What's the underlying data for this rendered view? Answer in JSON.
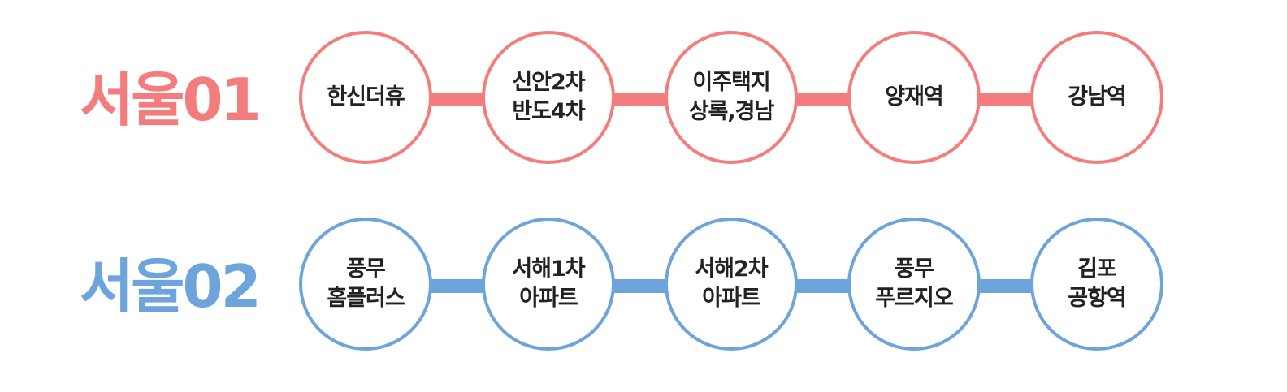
{
  "routes": [
    {
      "name": "서울01",
      "color": "#f47c7c",
      "stops": [
        {
          "lines": [
            "한신더휴"
          ]
        },
        {
          "lines": [
            "신안2차",
            "반도4차"
          ]
        },
        {
          "lines": [
            "이주택지",
            "상록,경남"
          ]
        },
        {
          "lines": [
            "양재역"
          ]
        },
        {
          "lines": [
            "강남역"
          ]
        }
      ]
    },
    {
      "name": "서울02",
      "color": "#6ea4dc",
      "stops": [
        {
          "lines": [
            "풍무",
            "홈플러스"
          ]
        },
        {
          "lines": [
            "서해1차",
            "아파트"
          ]
        },
        {
          "lines": [
            "서해2차",
            "아파트"
          ]
        },
        {
          "lines": [
            "풍무",
            "푸르지오"
          ]
        },
        {
          "lines": [
            "김포",
            "공항역"
          ]
        }
      ]
    }
  ]
}
